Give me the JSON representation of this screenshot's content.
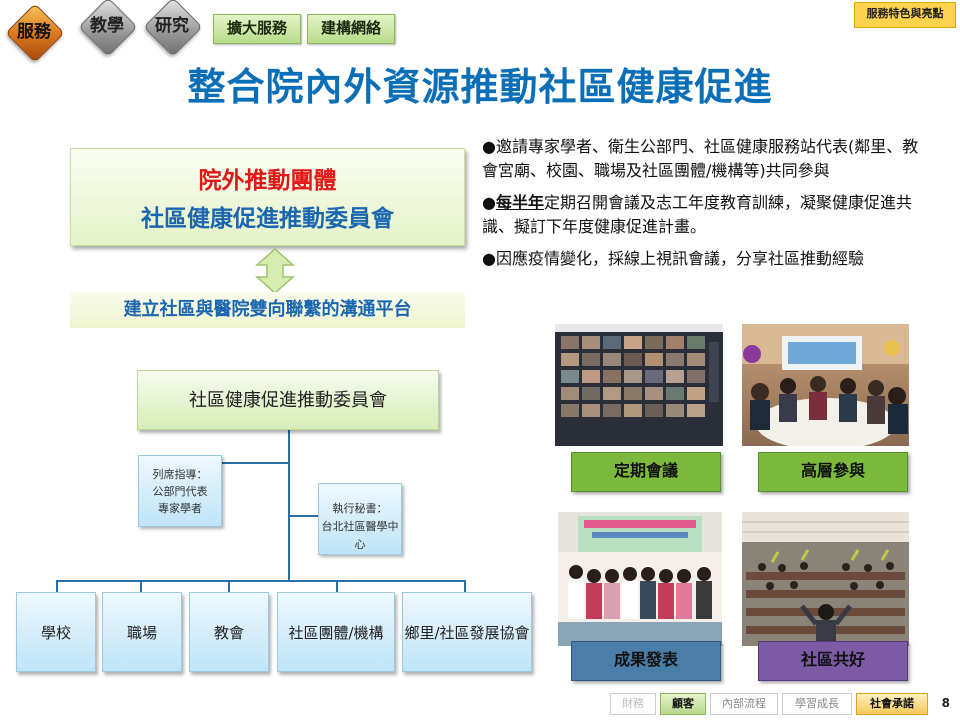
{
  "nav": {
    "active": "服務",
    "items": [
      "教學",
      "研究"
    ],
    "tags": [
      "擴大服務",
      "建構網絡"
    ],
    "corner_badge": "服務特色與亮點"
  },
  "title": "整合院內外資源推動社區健康促進",
  "outer_group": {
    "line1": "院外推動團體",
    "line2": "社區健康促進推動委員會"
  },
  "platform": "建立社區與醫院雙向聯繫的溝通平台",
  "org": {
    "top": "社區健康促進推動委員會",
    "left_note": [
      "列席指導：",
      "公部門代表",
      "專家學者"
    ],
    "right_note": [
      "執行秘書：",
      "台北社區醫學中心"
    ],
    "children": [
      "學校",
      "職場",
      "教會",
      "社區團體/機構",
      "鄉里/社區發展協會"
    ]
  },
  "bullets": [
    {
      "prefix": "",
      "text": "邀請專家學者、衛生公部門、社區健康服務站代表(鄰里、教會宮廟、校園、職場及社區團體/機構等)共同參與"
    },
    {
      "prefix": "每半年",
      "text": "定期召開會議及志工年度教育訓練，凝聚健康促進共識、擬訂下年度健康促進計畫。"
    },
    {
      "prefix": "",
      "text": "因應疫情變化，採線上視訊會議，分享社區推動經驗"
    }
  ],
  "photo_captions": [
    "定期會議",
    "高層參與",
    "成果發表",
    "社區共好"
  ],
  "footer": {
    "items": [
      "財務",
      "顧客",
      "內部流程",
      "學習成長",
      "社會承諾"
    ],
    "page": "8"
  },
  "colors": {
    "title_blue": "#0b6fb8",
    "accent_red": "#e01818",
    "active_orange": "#d7741c",
    "caption_green": "#7dba3c",
    "caption_blue": "#4a7ea8",
    "caption_purple": "#7c5aa6"
  }
}
